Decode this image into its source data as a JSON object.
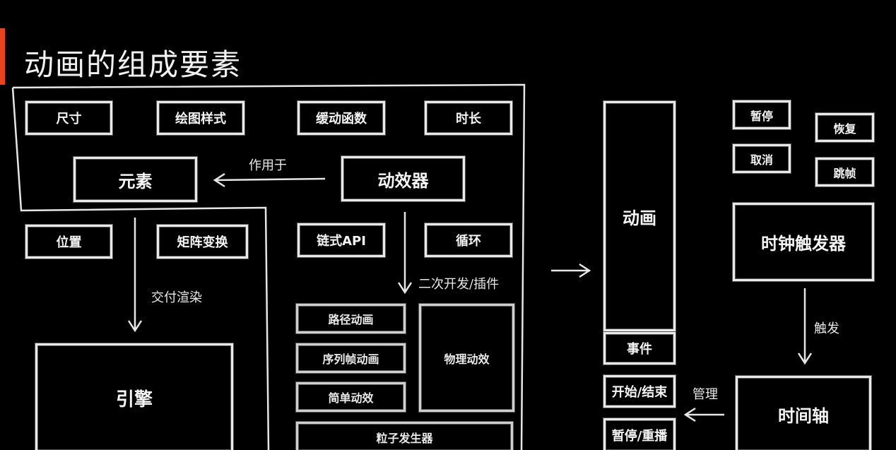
{
  "title": "动画的组成要素",
  "boxes": {
    "size": "尺寸",
    "draw_style": "绘图样式",
    "easing": "缓动函数",
    "duration": "时长",
    "element": "元素",
    "animator": "动效器",
    "position": "位置",
    "matrix": "矩阵变换",
    "chain_api": "链式API",
    "loop": "循环",
    "path_anim": "路径动画",
    "sprite_anim": "序列帧动画",
    "simple_anim": "简单动效",
    "physics_anim": "物理动效",
    "particle": "粒子发生器",
    "engine": "引擎",
    "animation": "动画",
    "event": "事件",
    "start_end": "开始/结束",
    "pause_replay": "暂停/重播",
    "pause": "暂停",
    "resume": "恢复",
    "cancel": "取消",
    "jump_frame": "跳帧",
    "clock_trigger": "时钟触发器",
    "timeline": "时间轴"
  },
  "labels": {
    "acts_on": "作用于",
    "render": "交付渲染",
    "secondary_dev": "二次开发/插件",
    "trigger": "触发",
    "manage": "管理"
  }
}
